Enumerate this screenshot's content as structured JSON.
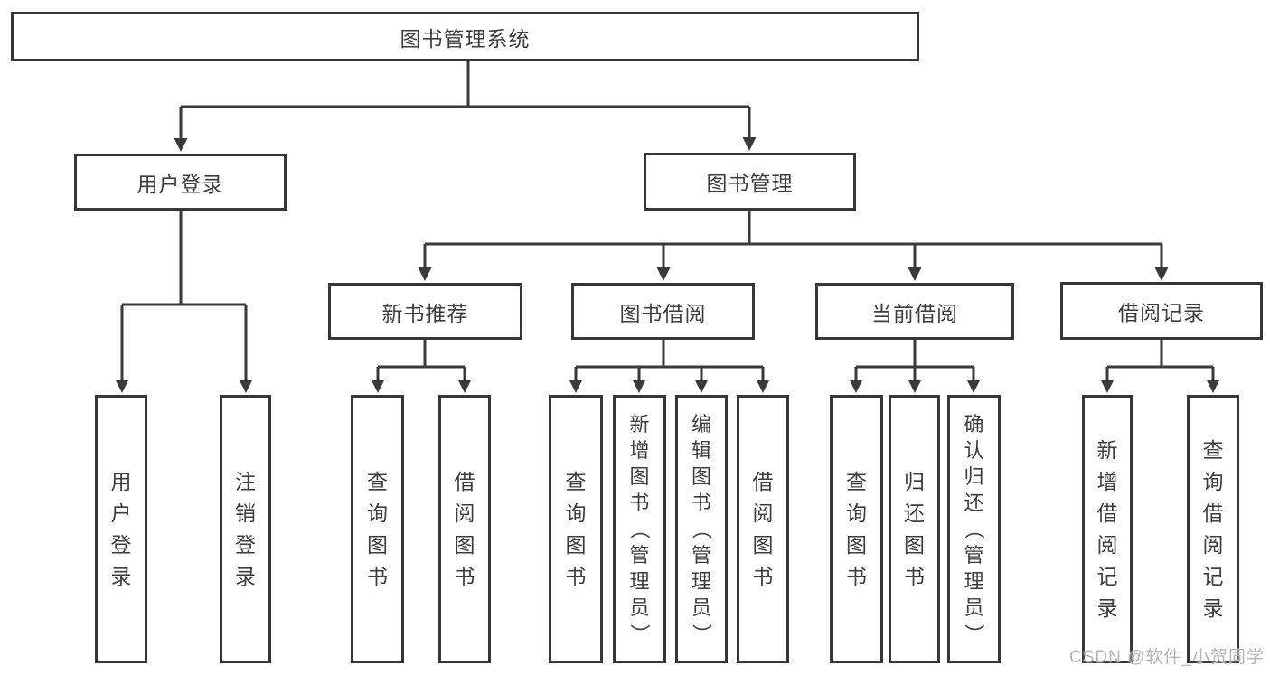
{
  "diagram": {
    "title_node": {
      "label": "图书管理系统"
    },
    "level2": [
      {
        "id": "user-login",
        "label": "用户登录",
        "parent": "root"
      },
      {
        "id": "book-management",
        "label": "图书管理",
        "parent": "root"
      }
    ],
    "level3": [
      {
        "id": "new-book-recommend",
        "label": "新书推荐",
        "parent": "book-management"
      },
      {
        "id": "book-borrow",
        "label": "图书借阅",
        "parent": "book-management"
      },
      {
        "id": "current-borrow",
        "label": "当前借阅",
        "parent": "book-management"
      },
      {
        "id": "borrow-records",
        "label": "借阅记录",
        "parent": "book-management"
      }
    ],
    "leaves": [
      {
        "label": "用户登录",
        "parent": "user-login"
      },
      {
        "label": "注销登录",
        "parent": "user-login"
      },
      {
        "label": "查询图书",
        "parent": "new-book-recommend"
      },
      {
        "label": "借阅图书",
        "parent": "new-book-recommend"
      },
      {
        "label": "查询图书",
        "parent": "book-borrow"
      },
      {
        "label": "新增图书（管理员）",
        "parent": "book-borrow"
      },
      {
        "label": "编辑图书（管理员）",
        "parent": "book-borrow"
      },
      {
        "label": "借阅图书",
        "parent": "book-borrow"
      },
      {
        "label": "查询图书",
        "parent": "current-borrow"
      },
      {
        "label": "归还图书",
        "parent": "current-borrow"
      },
      {
        "label": "确认归还（管理员）",
        "parent": "current-borrow"
      },
      {
        "label": "新增借阅记录",
        "parent": "borrow-records"
      },
      {
        "label": "查询借阅记录",
        "parent": "borrow-records"
      }
    ]
  },
  "watermark": "CSDN @软件_小贺同学",
  "colors": {
    "line": "#3a3a3a",
    "box_border": "#363636",
    "box_fill": "#ffffff",
    "text": "#3d3d3d",
    "watermark": "#b5b5b5"
  }
}
